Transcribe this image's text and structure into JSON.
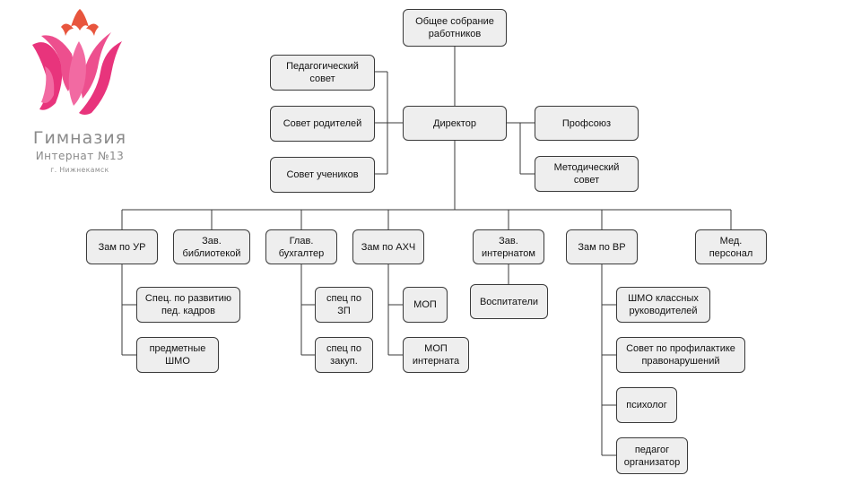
{
  "logo": {
    "title": "Гимназия",
    "subtitle": "Интернат №13",
    "city": "г. Нижнекамск",
    "colors": {
      "pink": "#e8347c",
      "orange": "#e8553d",
      "grey": "#8a8a8a"
    }
  },
  "colors": {
    "box_fill": "#eeeeee",
    "box_border": "#3a3a3a",
    "line": "#3a3a3a"
  },
  "nodes": {
    "general_meeting": "Общее собрание\nработников",
    "ped_council": "Педагогический\nсовет",
    "parents_council": "Совет родителей",
    "students_council": "Совет учеников",
    "director": "Директор",
    "trade_union": "Профсоюз",
    "method_council": "Методический\nсовет",
    "deputy_ur": "Зам по УР",
    "head_library": "Зав.\nбиблиотекой",
    "chief_accountant": "Глав.\nбухгалтер",
    "deputy_ahch": "Зам по АХЧ",
    "head_boarding": "Зав.\nинтернатом",
    "deputy_vr": "Зам по ВР",
    "medical_staff": "Мед.\nперсонал",
    "spec_staff_dev": "Спец. по развитию\nпед. кадров",
    "subject_shmo": "предметные\nШМО",
    "spec_zp": "спец по\nЗП",
    "spec_procurement": "спец по\nзакуп.",
    "mop": "МОП",
    "mop_boarding": "МОП\nинтерната",
    "educators": "Воспитатели",
    "shmo_class": "ШМО классных\nруководителей",
    "offense_council": "Совет по профилактике\nправонарушений",
    "psychologist": "психолог",
    "ped_organizer": "педагог\nорганизатор"
  }
}
